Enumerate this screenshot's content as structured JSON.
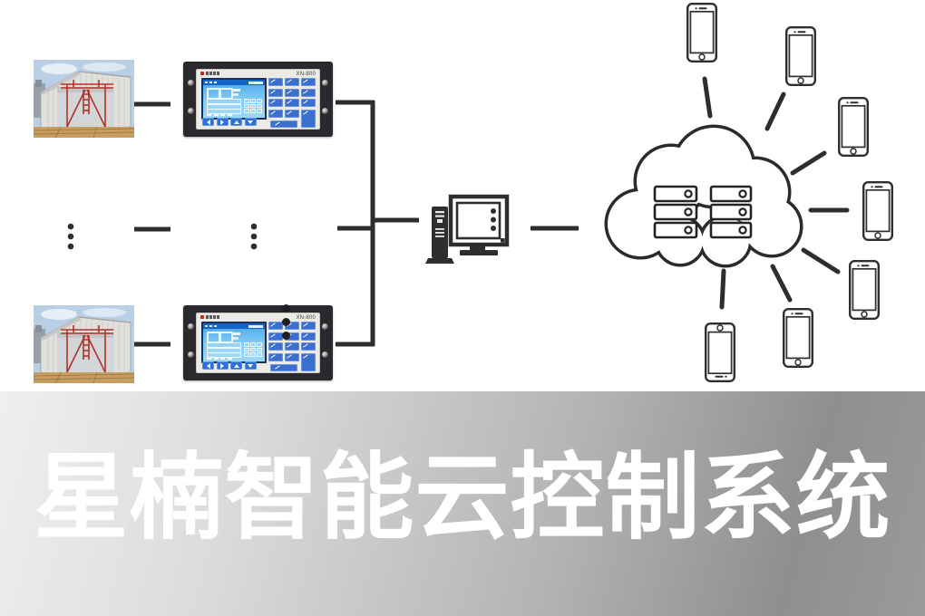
{
  "banner": {
    "title": "星楠智能云控制系统",
    "text_color": "#ffffff",
    "background_from": "#f0eeef",
    "background_to": "#908e90"
  },
  "controllers": [
    {
      "model": "XN-800"
    },
    {
      "model": "XN-800"
    }
  ],
  "diagram": {
    "line_color": "#2e2e30",
    "device_keypad_color": "#3a6fd0",
    "device_screen_color": "#5cb2ee",
    "scaffold_color": "#b23228",
    "controller_count": 2,
    "site_photo_count": 2,
    "phone_count": 7,
    "server_rack_count": 6
  }
}
